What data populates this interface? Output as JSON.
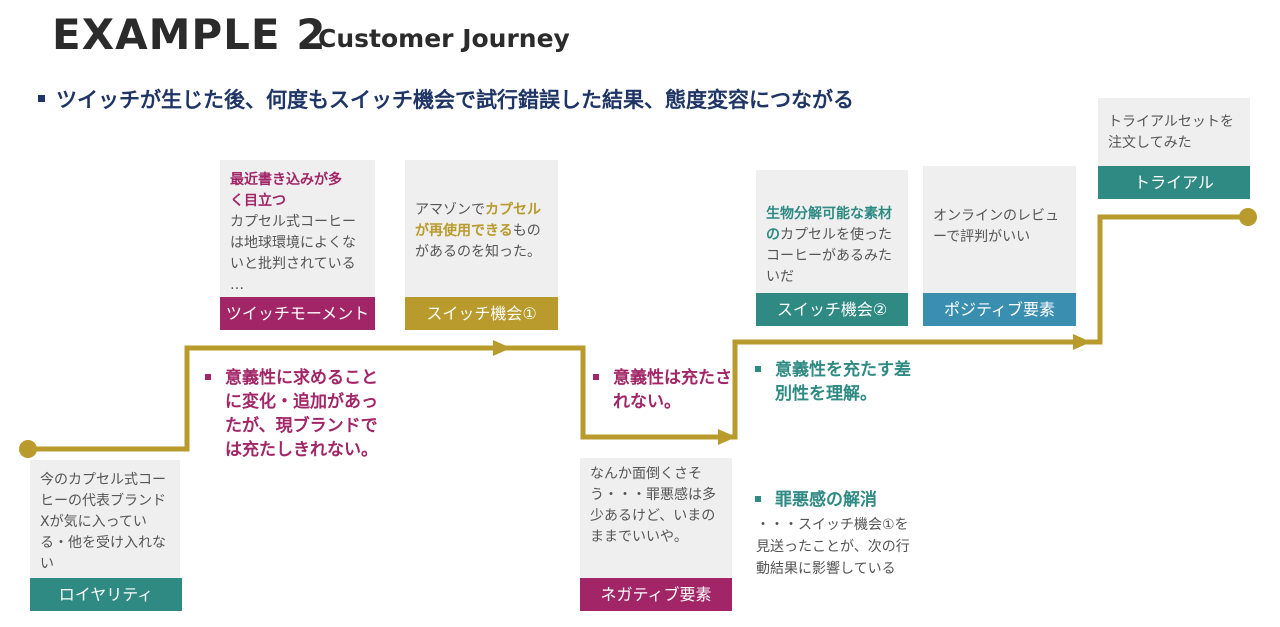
{
  "title": {
    "main": "EXAMPLE 2",
    "sub": "Customer Journey"
  },
  "headline": "ツイッチが生じた後、何度もスイッチ機会で試行錯誤した結果、態度変容につながる",
  "colors": {
    "gold": "#b99a2c",
    "teal": "#2e8a83",
    "magenta": "#a22667",
    "blue": "#3a8fb0",
    "navy": "#1f3566"
  },
  "stages": {
    "loyalty": {
      "label": "ロイヤリティ",
      "text": "今のカプセル式コーヒーの代表ブランドXが気に入っている・他を受け入れない"
    },
    "twitch": {
      "label": "ツイッチモーメント",
      "bold": "最近書き込みが多く目立つ",
      "text": "カプセル式コーヒーは地球環境によくないと批判されている …"
    },
    "switch1": {
      "label": "スイッチ機会①",
      "pre": "アマゾンで",
      "bold": "カプセルが再使用できる",
      "post": "ものがあるのを知った。"
    },
    "negative": {
      "label": "ネガティブ要素",
      "text": "なんか面倒くさそう・・・罪悪感は多少あるけど、いまのままでいいや。"
    },
    "switch2": {
      "label": "スイッチ機会②",
      "bold1": "生物分解可能な素材の",
      "mid": "カプセルを使ったコーヒーがあるみたいだ"
    },
    "positive": {
      "label": "ポジティブ要素",
      "text": "オンラインのレビューで評判がいい"
    },
    "trial": {
      "label": "トライアル",
      "text": "トライアルセットを注文してみた"
    }
  },
  "notes": {
    "n1": "意義性に求めることに変化・追加があったが、現ブランドでは充たしきれない。",
    "n2": "意義性は充たされない。",
    "n3": "意義性を充たす差別性を理解。",
    "n4_title": "罪悪感の解消",
    "n4_text": "・・・スイッチ機会①を見送ったことが、次の行動結果に影響している"
  }
}
